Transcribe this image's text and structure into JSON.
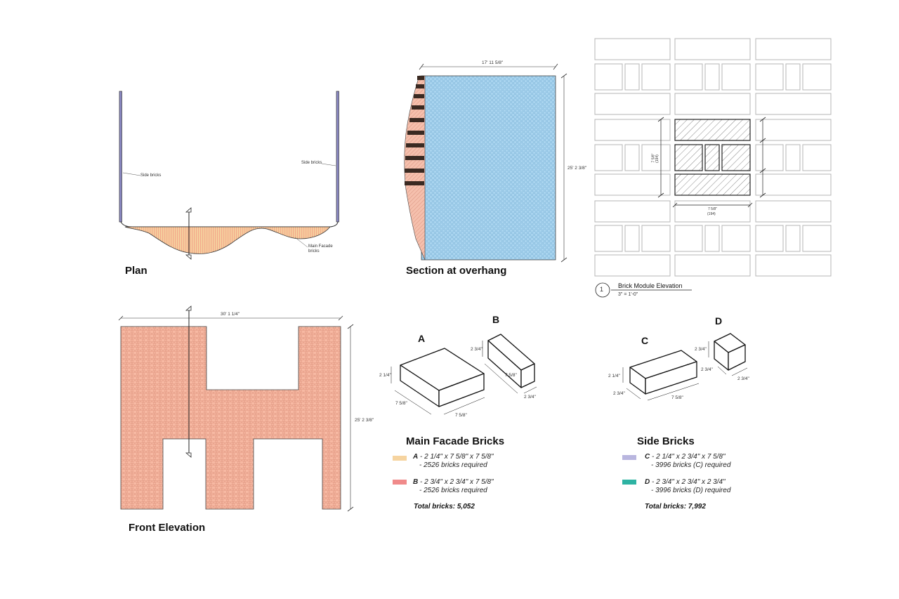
{
  "colors": {
    "facade_a": "#f6d4a0",
    "facade_b": "#f08a8a",
    "side_c": "#b9b6df",
    "side_d": "#2eb3a3",
    "section_fill": "#a9d4ef",
    "elevation_fill": "#f7b9a3"
  },
  "plan": {
    "title": "Plan",
    "label_side_left": "Side bricks",
    "label_side_right": "Side bricks",
    "label_main": "Main Facade bricks"
  },
  "section": {
    "title": "Section at overhang",
    "width_dim": "17' 11 5/8\"",
    "height_dim": "25' 2 3/8\""
  },
  "module": {
    "callout_number": "1",
    "callout_title": "Brick Module Elevation",
    "callout_scale": "3\" = 1'-0\"",
    "dim_width": "7 5/8\"",
    "dim_width_mm": "(194)",
    "dim_height": "7 5/8\"",
    "dim_height_mm": "(194)"
  },
  "elevation": {
    "title": "Front Elevation",
    "width_dim": "30' 1 1/4\"",
    "height_dim": "25' 2 3/8\""
  },
  "bricks": {
    "a": {
      "letter": "A",
      "dim_h": "2 1/4\"",
      "dim_d": "7 5/8\"",
      "dim_w": "7 5/8\""
    },
    "b": {
      "letter": "B",
      "dim_h": "2 3/4\"",
      "dim_d": "7 5/8\"",
      "dim_w": "2 3/4\""
    },
    "c": {
      "letter": "C",
      "dim_h": "2 1/4\"",
      "dim_d": "2 3/4\"",
      "dim_w": "7 5/8\""
    },
    "d": {
      "letter": "D",
      "dim_h": "2 3/4\"",
      "dim_d": "2 3/4\"",
      "dim_w": "2 3/4\""
    }
  },
  "main_legend": {
    "title": "Main Facade Bricks",
    "a_letter": "A",
    "a_line1": " - 2 1/4\" x 7 5/8\" x 7 5/8\"",
    "a_line2": "- 2526 bricks required",
    "b_letter": "B",
    "b_line1": " - 2 3/4\" x 2 3/4\" x 7 5/8\"",
    "b_line2": "- 2526 bricks required",
    "total": "Total bricks: 5,052"
  },
  "side_legend": {
    "title": "Side Bricks",
    "c_letter": "C",
    "c_line1": " - 2 1/4\" x 2 3/4\" x 7 5/8\"",
    "c_line2": "- 3996 bricks (C) required",
    "d_letter": "D",
    "d_line1": " - 2 3/4\" x 2 3/4\" x 2 3/4\"",
    "d_line2": "- 3996 bricks (D) required",
    "total": "Total bricks: 7,992"
  }
}
